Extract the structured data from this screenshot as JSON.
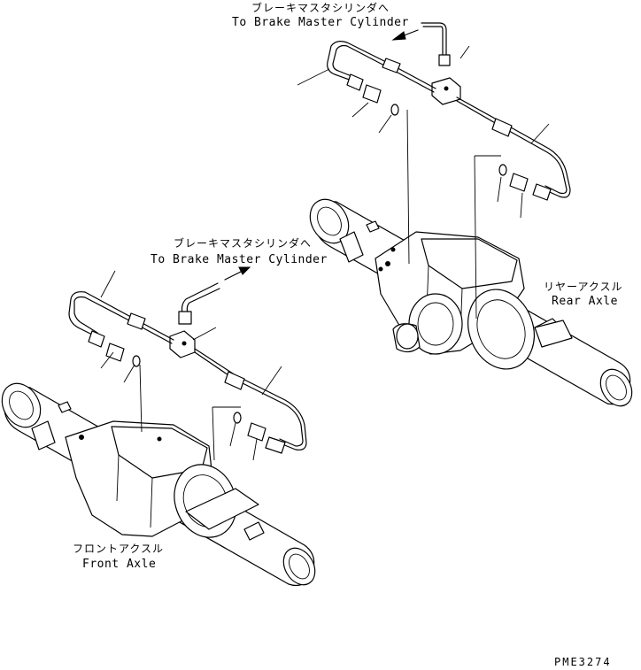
{
  "labels": {
    "rear_master_jp": "ブレーキマスタシリンダへ",
    "rear_master_en": "To Brake Master Cylinder",
    "front_master_jp": "ブレーキマスタシリンダへ",
    "front_master_en": "To Brake Master Cylinder",
    "rear_axle_jp": "リヤーアクスル",
    "rear_axle_en": "Rear Axle",
    "front_axle_jp": "フロントアクスル",
    "front_axle_en": "Front Axle",
    "drawing_code": "PME3274"
  },
  "colors": {
    "ink": "#000000",
    "paper": "#ffffff"
  }
}
